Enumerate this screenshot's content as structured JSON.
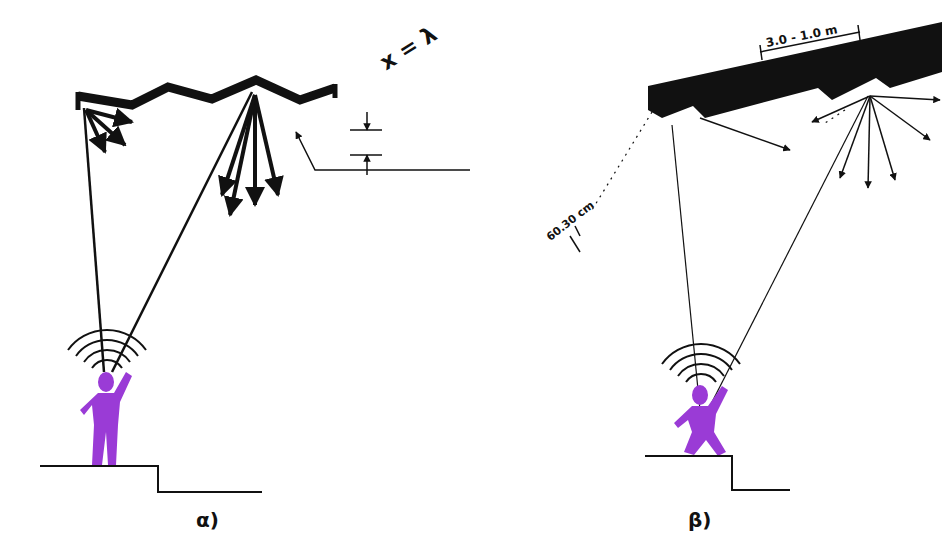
{
  "diagram": {
    "labels": [
      "x = λ",
      "3.0 - 1.0 m",
      "60.30 cm",
      "α)",
      "β)"
    ]
  }
}
